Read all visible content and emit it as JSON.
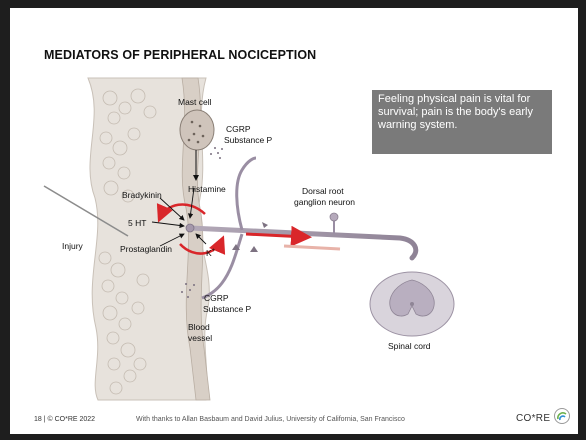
{
  "slide": {
    "title": "MEDIATORS OF PERIPHERAL NOCICEPTION",
    "callout": "Feeling physical pain is vital for survival; pain is the body's early warning system.",
    "footer_page": "18 | © CO*RE 2022",
    "footer_credit": "With thanks to Allan Basbaum and David Julius, University of California, San Francisco",
    "logo_text": "CO*RE",
    "logo_icon": "wifi-arc-icon"
  },
  "labels": {
    "mast_cell": "Mast cell",
    "cgrp_top": "CGRP",
    "substance_p_top": "Substance P",
    "histamine": "Histamine",
    "bradykinin": "Bradykinin",
    "five_ht": "5 HT",
    "injury": "Injury",
    "prostaglandin": "Prostaglandin",
    "k_plus": "K",
    "k_plus_sup": "+",
    "dorsal_root_1": "Dorsal root",
    "dorsal_root_2": "ganglion neuron",
    "cgrp_bottom": "CGRP",
    "substance_p_bottom": "Substance P",
    "blood_1": "Blood",
    "blood_2": "vessel",
    "spinal_cord": "Spinal cord"
  },
  "colors": {
    "accent_red": "#d9262a",
    "nerve": "#9a8ea3",
    "tissue": "#e6e1db"
  }
}
